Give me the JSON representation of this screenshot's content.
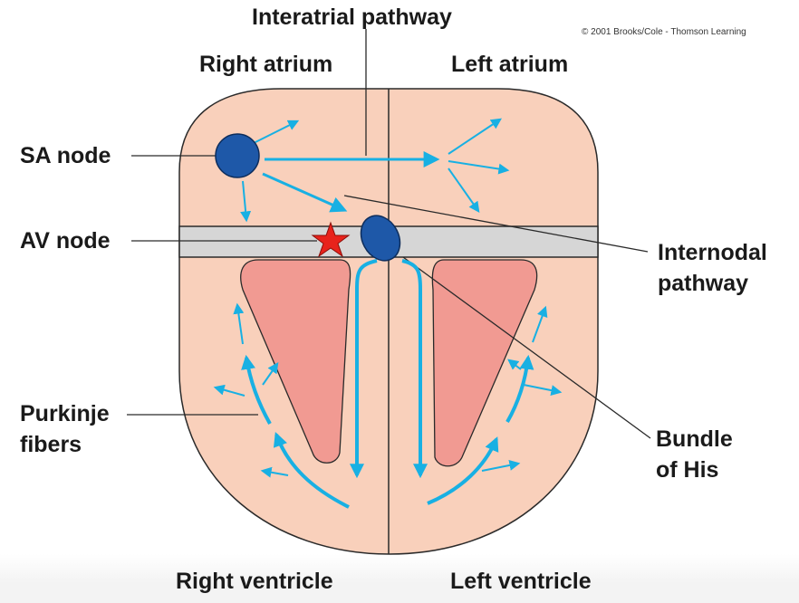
{
  "copyright": "© 2001 Brooks/Cole - Thomson Learning",
  "labels": {
    "interatrial_pathway": "Interatrial pathway",
    "right_atrium": "Right atrium",
    "left_atrium": "Left atrium",
    "sa_node": "SA node",
    "av_node": "AV node",
    "internodal_line1": "Internodal",
    "internodal_line2": "pathway",
    "purkinje_line1": "Purkinje",
    "purkinje_line2": "fibers",
    "bundle_line1": "Bundle",
    "bundle_line2": "of His",
    "right_ventricle": "Right ventricle",
    "left_ventricle": "Left ventricle"
  },
  "colors": {
    "heart_fill": "#f9d0bb",
    "ventricle_fill": "#f19a92",
    "septum_band": "#d6d6d6",
    "node_fill": "#1e58a8",
    "pathway_arrow": "#18b0e3",
    "star": "#e8231c",
    "outline": "#2a2a2a"
  },
  "icons": {
    "av_marker": "red-star-icon"
  }
}
